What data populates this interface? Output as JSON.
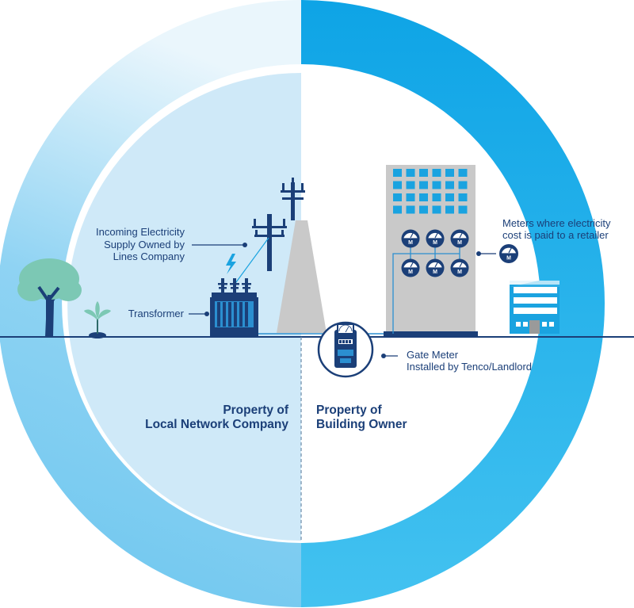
{
  "labels": {
    "incoming_line1": "Incoming Electricity",
    "incoming_line2": "Supply Owned by",
    "incoming_line3": "Lines Company",
    "transformer": "Transformer",
    "meters_line1": "Meters where electricity",
    "meters_line2": "cost is paid to a retailer",
    "gate_line1": "Gate Meter",
    "gate_line2": "Installed by Tenco/Landlord",
    "left_line1": "Property of",
    "left_line2": "Local Network Company",
    "right_line1": "Property of",
    "right_line2": "Building Owner",
    "meter_letter": "M"
  },
  "colors": {
    "ring_bright": "#1aaee8",
    "ring_light": "#bfe3f6",
    "left_fill": "#cfe9f8",
    "navy": "#1b3f78",
    "grey_building": "#c9c9c9",
    "building_window": "#1aa3e0",
    "tree_green": "#7cc8b4"
  },
  "icons": [
    "tree-icon",
    "sprout-icon",
    "transformer-icon",
    "power-pole-icon",
    "lightning-icon",
    "office-building-icon",
    "meter-icon",
    "gate-meter-icon",
    "small-building-icon"
  ]
}
